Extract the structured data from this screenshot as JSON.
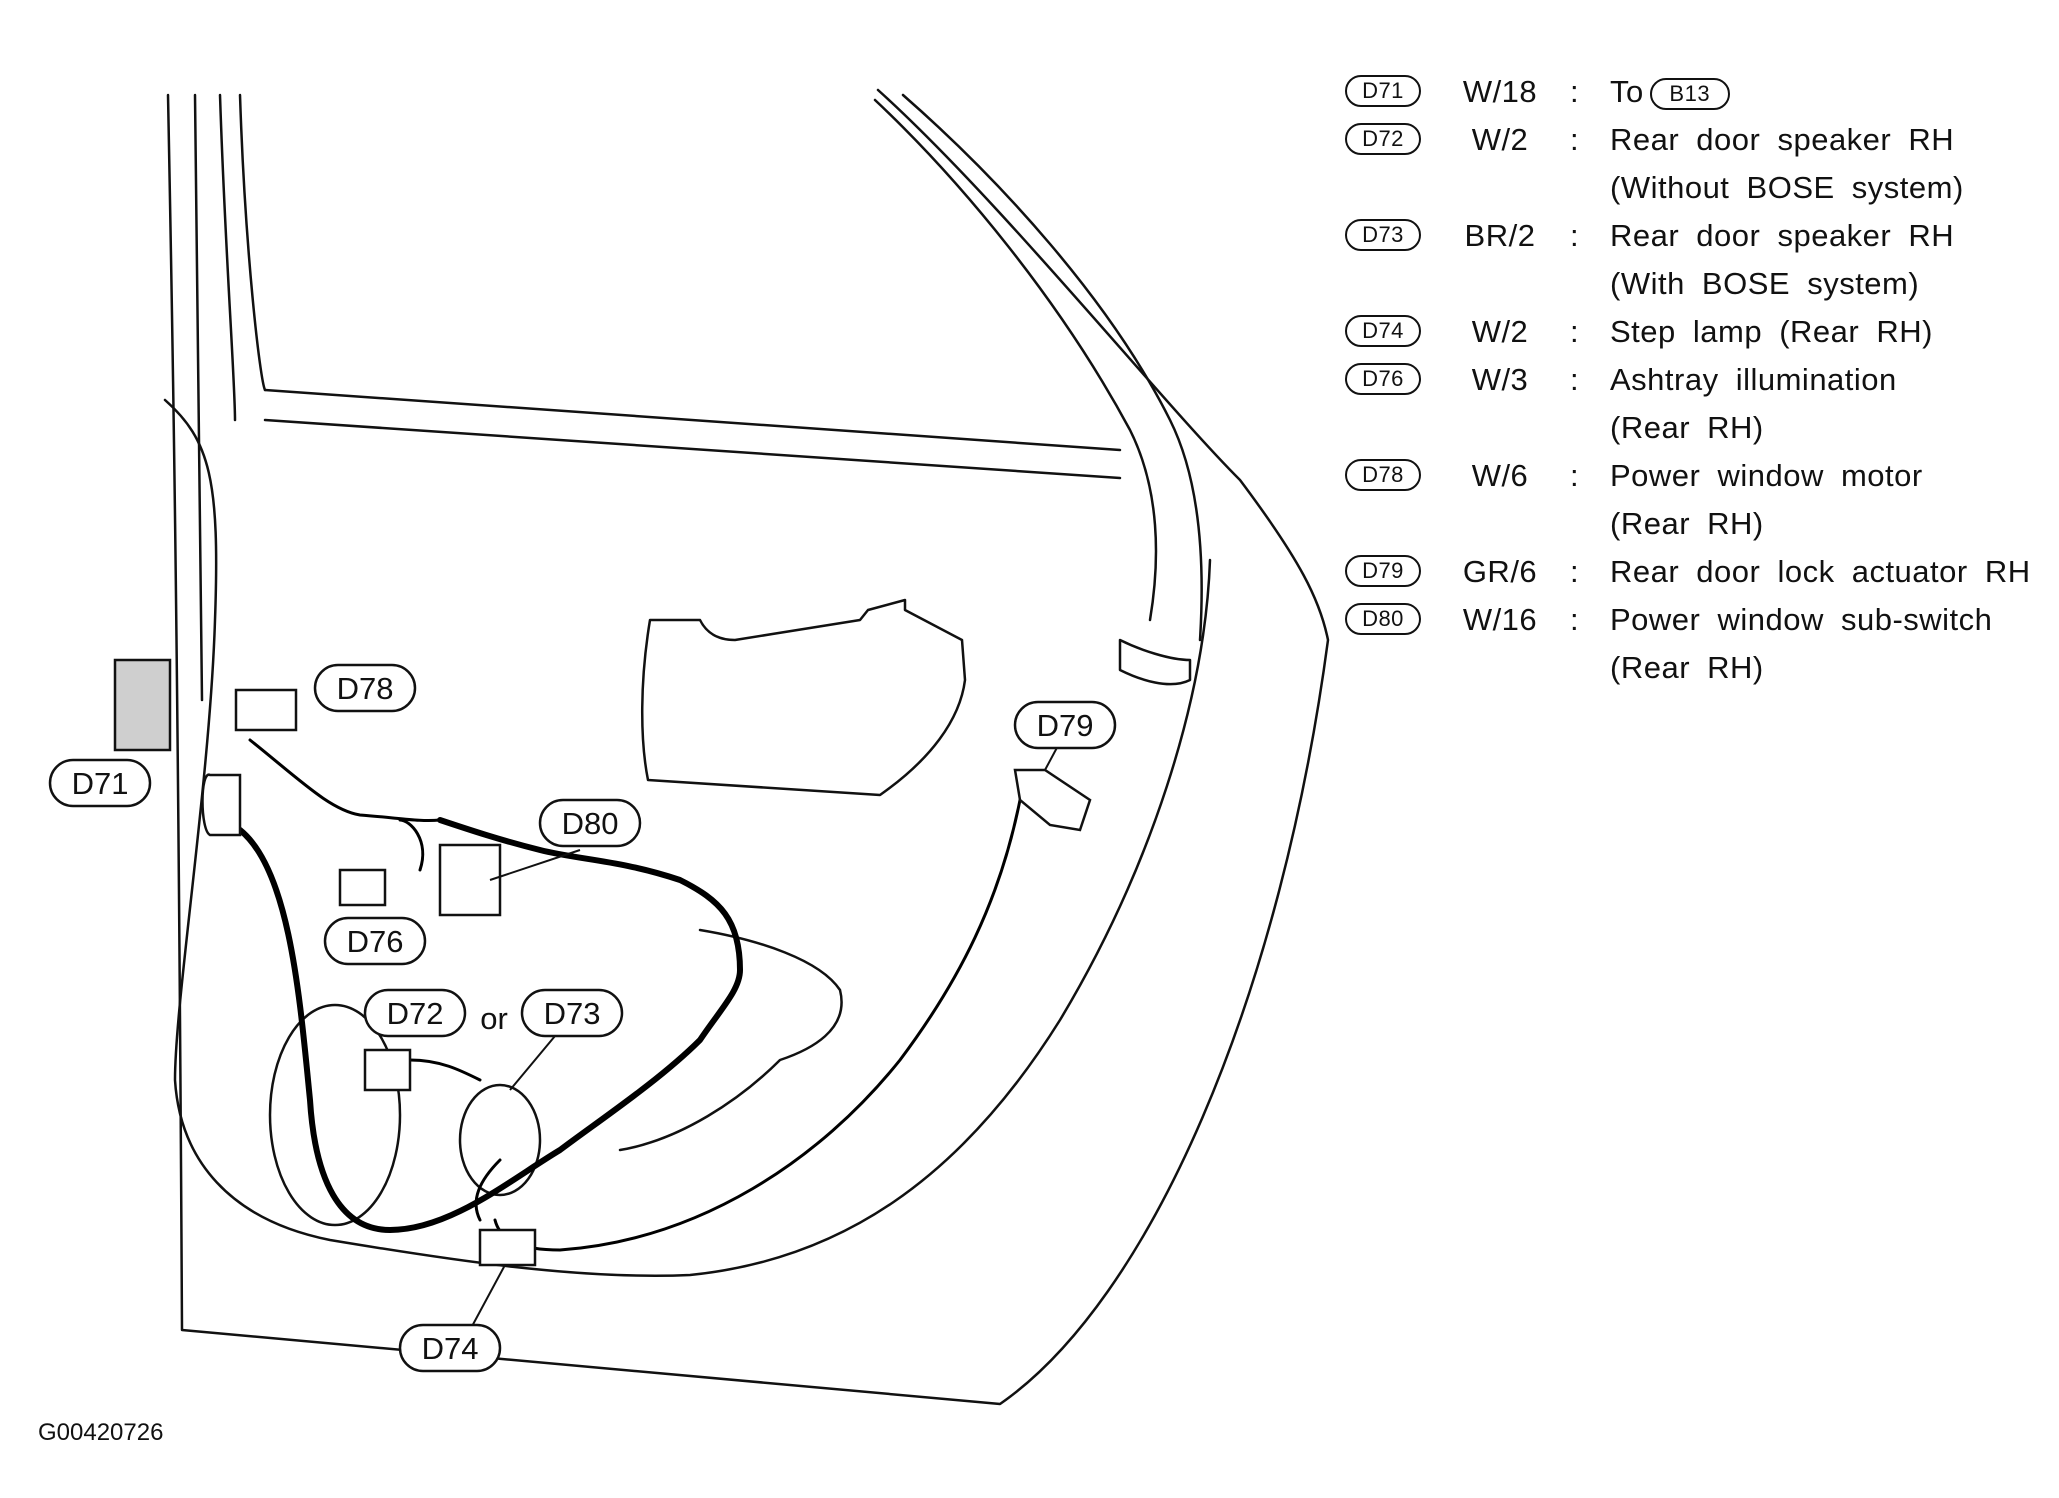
{
  "figure_id": "G00420726",
  "callouts": {
    "d71": "D71",
    "d72": "D72",
    "or": "or",
    "d73": "D73",
    "d74": "D74",
    "d76": "D76",
    "d78": "D78",
    "d79": "D79",
    "d80": "D80"
  },
  "legend": [
    {
      "code": "D71",
      "wire": "W/18",
      "colon": ":",
      "line1": "To",
      "to_connector": "B13",
      "line2": ""
    },
    {
      "code": "D72",
      "wire": "W/2",
      "colon": ":",
      "line1": "Rear door speaker RH",
      "line2": "(Without BOSE system)"
    },
    {
      "code": "D73",
      "wire": "BR/2",
      "colon": ":",
      "line1": "Rear door speaker RH",
      "line2": "(With BOSE system)"
    },
    {
      "code": "D74",
      "wire": "W/2",
      "colon": ":",
      "line1": "Step lamp (Rear RH)",
      "line2": ""
    },
    {
      "code": "D76",
      "wire": "W/3",
      "colon": ":",
      "line1": "Ashtray illumination",
      "line2": "(Rear RH)"
    },
    {
      "code": "D78",
      "wire": "W/6",
      "colon": ":",
      "line1": "Power window motor",
      "line2": "(Rear RH)"
    },
    {
      "code": "D79",
      "wire": "GR/6",
      "colon": ":",
      "line1": "Rear door lock actuator RH",
      "line2": ""
    },
    {
      "code": "D80",
      "wire": "W/16",
      "colon": ":",
      "line1": "Power window sub-switch",
      "line2": "(Rear RH)"
    }
  ]
}
